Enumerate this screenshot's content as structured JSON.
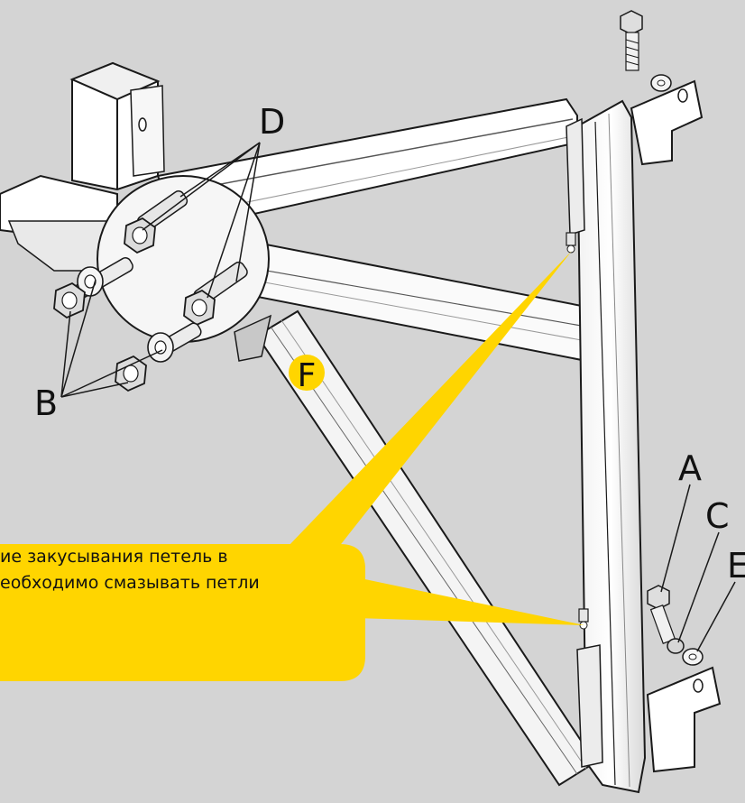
{
  "labels": {
    "a": "A",
    "b": "B",
    "c": "C",
    "d": "D",
    "e": "E",
    "f": "F"
  },
  "callout": {
    "line1": "ие  закусывания петель в",
    "line2": "еобходимо смазывать петли"
  },
  "colors": {
    "background": "#d4d4d4",
    "callout": "#ffd500",
    "metal": "#ffffff",
    "outline": "#1a1a1a"
  }
}
